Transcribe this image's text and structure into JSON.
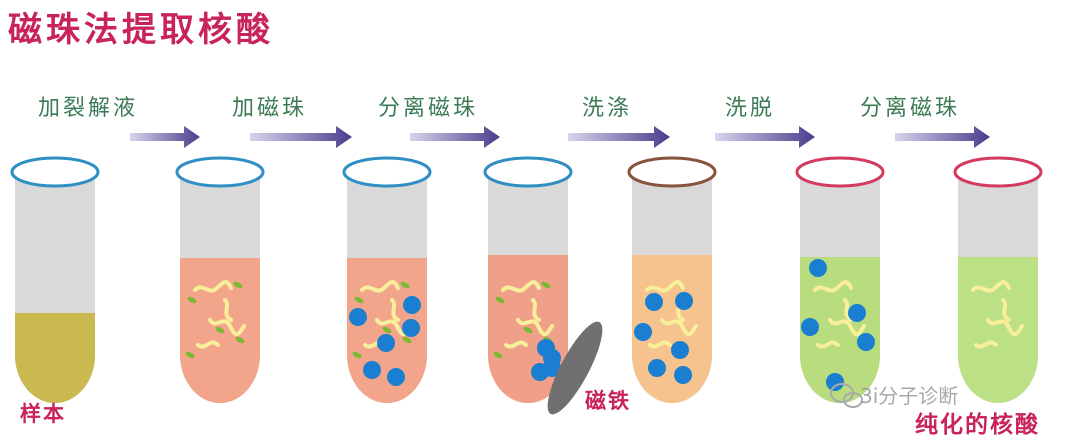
{
  "title": "磁珠法提取核酸",
  "steps": [
    "加裂解液",
    "加磁珠",
    "分离磁珠",
    "洗涤",
    "洗脱",
    "分离磁珠"
  ],
  "labels": {
    "sample": "样本",
    "magnet": "磁铁",
    "purified": "纯化的核酸"
  },
  "watermark": "3i分子诊断",
  "colors": {
    "title": "#c8245a",
    "step": "#3b7a55",
    "bead": "#1a7fd0",
    "strand": "#f7ef9a",
    "debris": "#7cb832",
    "arrow": "#4a3c8c"
  }
}
